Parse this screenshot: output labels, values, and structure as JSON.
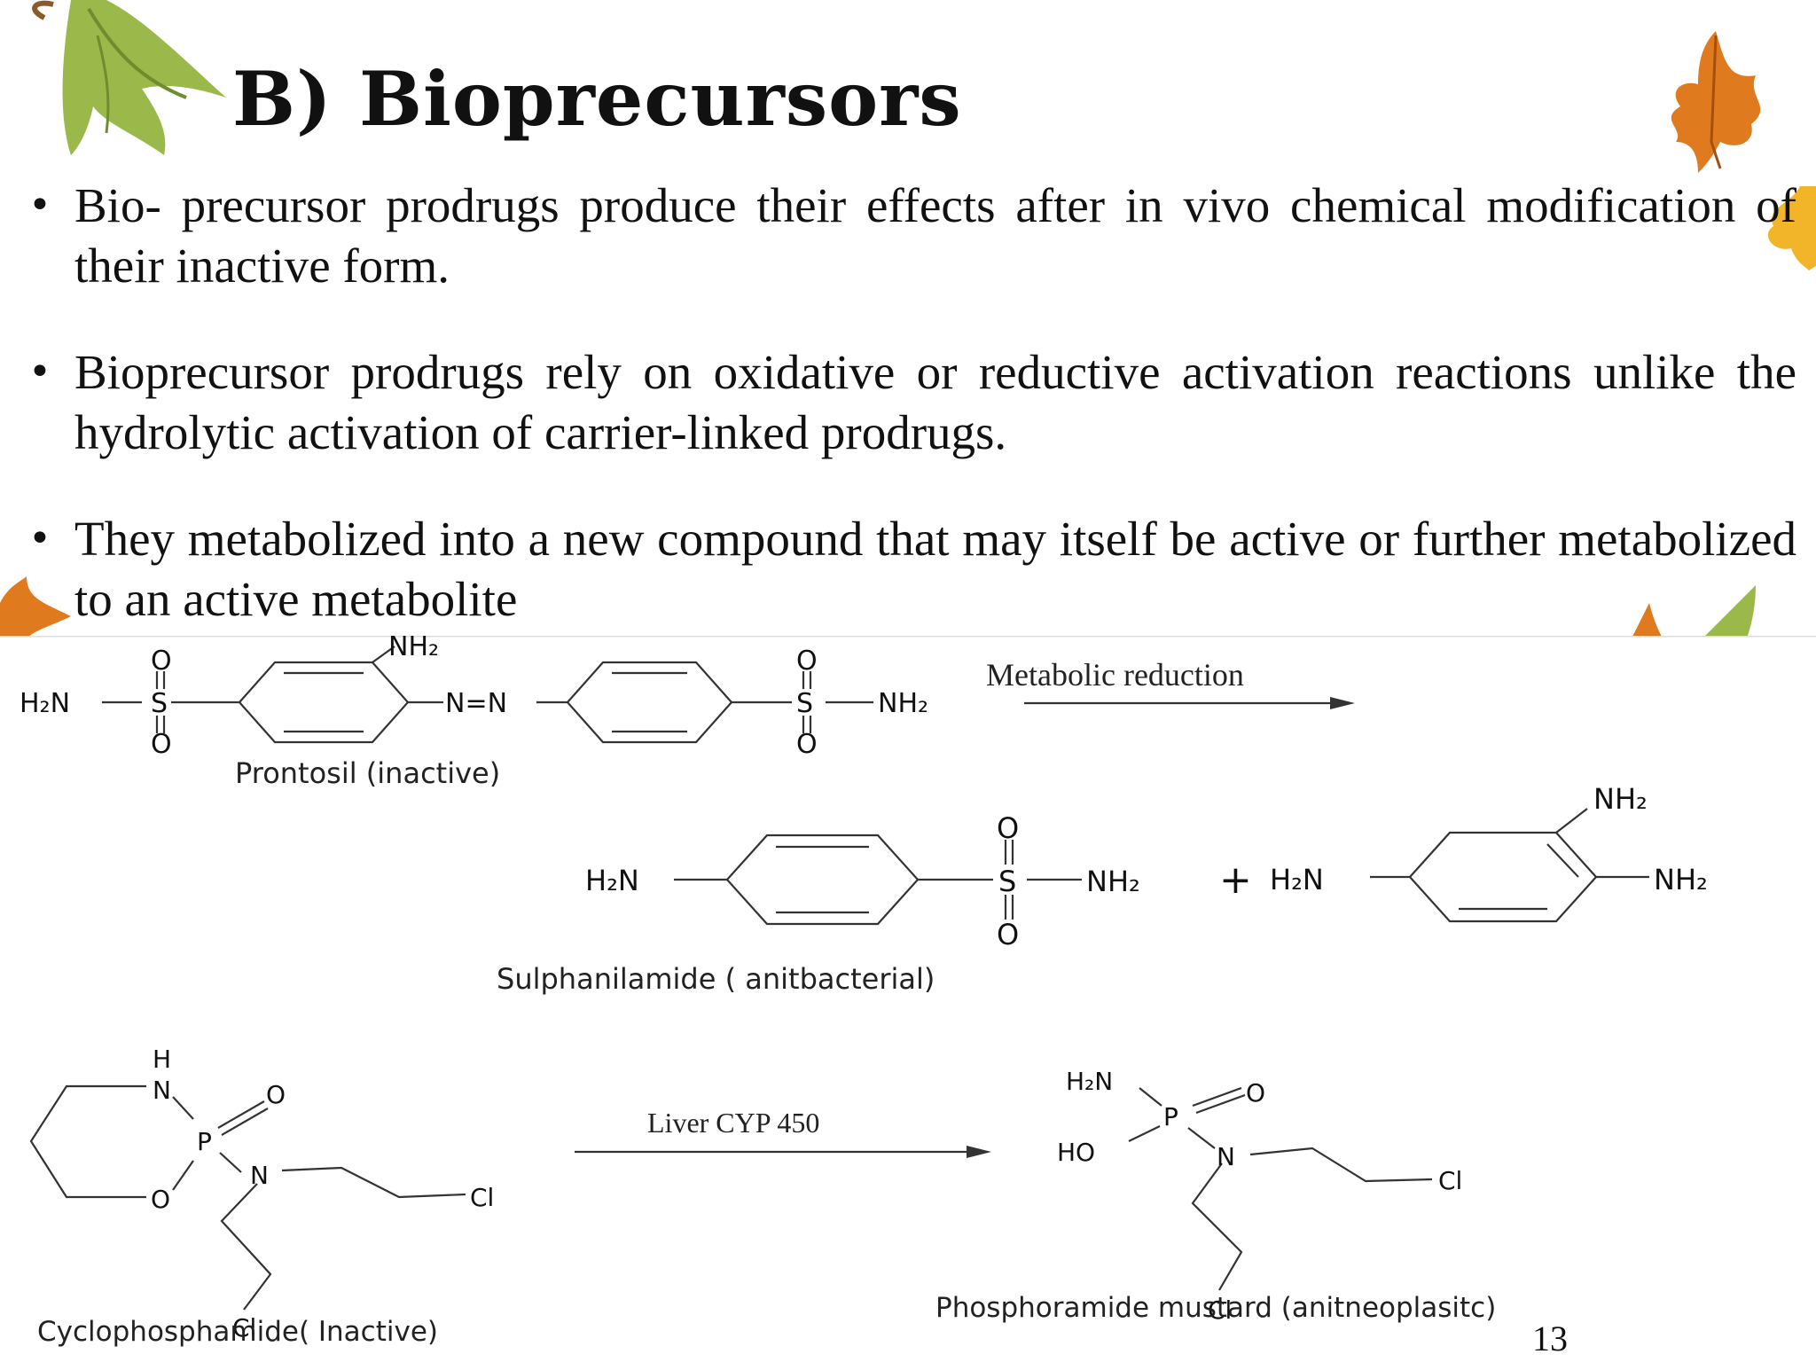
{
  "slide": {
    "title": "B) Bioprecursors",
    "bullets": [
      "Bio- precursor prodrugs produce their effects after in vivo chemical modification of their inactive form.",
      "Bioprecursor prodrugs rely on oxidative or reductive activation reactions unlike the hydrolytic activation of carrier-linked prodrugs.",
      "They metabolized into a new compound that may itself be active or further metabolized to an active metabolite"
    ],
    "page_number": "13"
  },
  "scheme": {
    "atoms": {
      "h2n": "H₂N",
      "nh2": "NH₂",
      "azo": "N=N",
      "s": "S",
      "o": "O",
      "n": "N",
      "h": "H",
      "p": "P",
      "cl": "Cl",
      "ho": "HO",
      "plus": "+"
    },
    "reaction1": {
      "arrow_label": "Metabolic reduction",
      "reactant_label": "Prontosil (inactive)",
      "product_label": "Sulphanilamide ( anitbacterial)"
    },
    "reaction2": {
      "arrow_label": "Liver CYP 450",
      "reactant_label": "Cyclophosphamide( Inactive)",
      "product_label": "Phosphoramide mustard (anitneoplasitc)"
    }
  },
  "colors": {
    "leaf_green": "#8fae3c",
    "leaf_orange": "#e07a1f",
    "leaf_yellow": "#f2b429",
    "text": "#111111"
  }
}
